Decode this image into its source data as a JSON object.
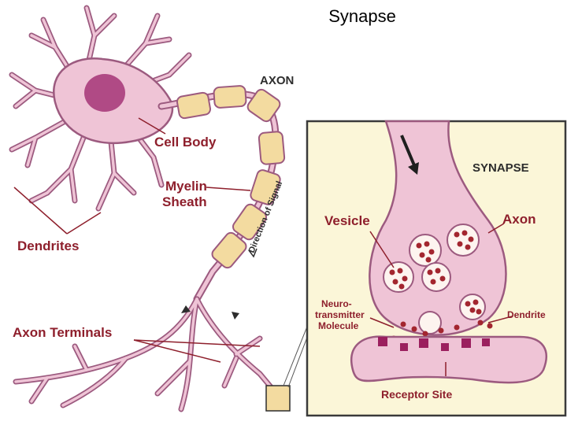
{
  "title": "Synapse",
  "labels": {
    "axon": "AXON",
    "cell_body": "Cell Body",
    "myelin_line1": "Myelin",
    "myelin_line2": "Sheath",
    "direction": "Direction of Signal",
    "dendrites": "Dendrites",
    "axon_terminals": "Axon Terminals"
  },
  "inset": {
    "title": "SYNAPSE",
    "vesicle": "Vesicle",
    "axon": "Axon",
    "neuro_line1": "Neuro-",
    "neuro_line2": "transmitter",
    "neuro_line3": "Molecule",
    "dendrite": "Dendrite",
    "receptor": "Receptor Site"
  },
  "colors": {
    "neuron_fill": "#efc4d6",
    "neuron_stroke": "#9c5a7f",
    "nucleus": "#b04a85",
    "myelin": "#f3dba0",
    "label_red": "#8e1f2c",
    "inset_bg": "#fbf6d8",
    "molecule": "#a3262f",
    "receptor": "#9b1f5e"
  }
}
